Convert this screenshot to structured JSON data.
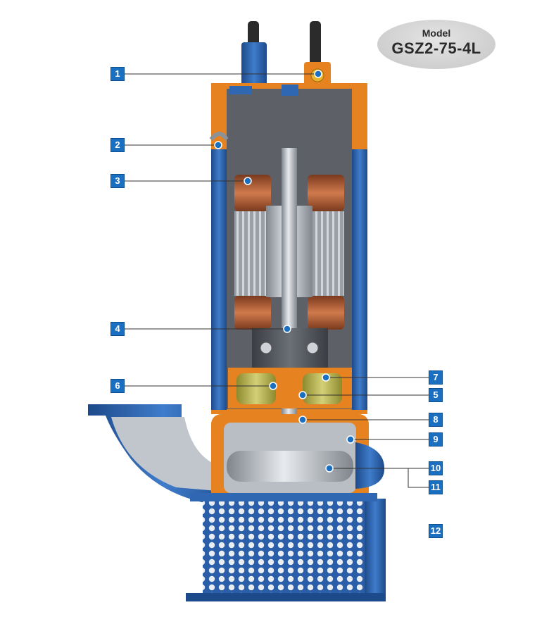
{
  "model": {
    "label": "Model",
    "value": "GSZ2-75-4L"
  },
  "callouts": [
    {
      "id": "c1",
      "text": "1"
    },
    {
      "id": "c2",
      "text": "2"
    },
    {
      "id": "c3",
      "text": "3"
    },
    {
      "id": "c4",
      "text": "4"
    },
    {
      "id": "c6",
      "text": "6"
    },
    {
      "id": "c7",
      "text": "7"
    },
    {
      "id": "c5",
      "text": "5"
    },
    {
      "id": "c8",
      "text": "8"
    },
    {
      "id": "c9",
      "text": "9"
    },
    {
      "id": "c10",
      "text": "10"
    },
    {
      "id": "c11",
      "text": "11"
    },
    {
      "id": "c12",
      "text": "12"
    }
  ],
  "colors": {
    "casing": "#2f67b3",
    "casing_dark": "#1d4a8a",
    "rubber_orange": "#e6821f",
    "steel": "#b9bec4",
    "copper": "#b8623a",
    "oil": "#b7b44e",
    "callout_blue": "#1a6fc0"
  }
}
